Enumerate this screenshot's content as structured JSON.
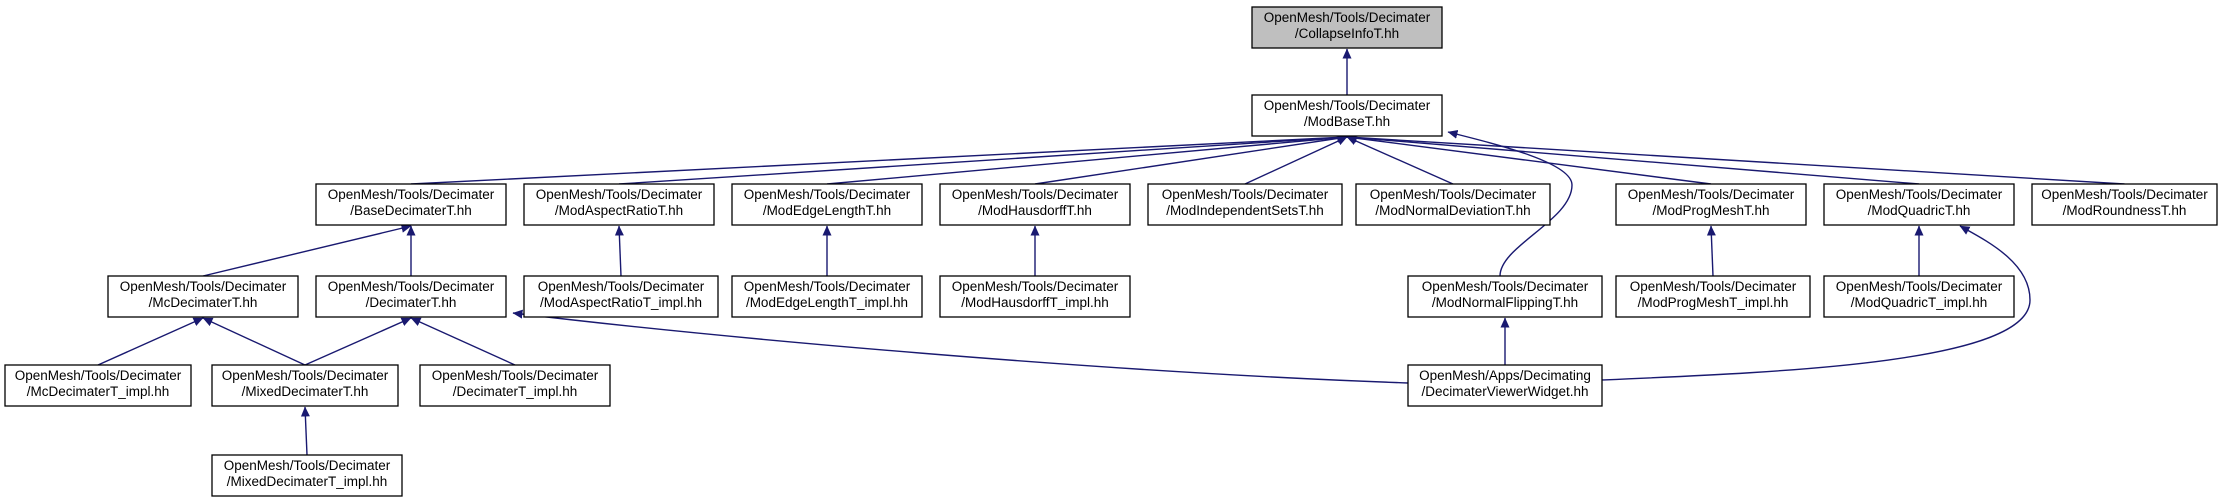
{
  "graph": {
    "colors": {
      "edge": "#191970",
      "node_fill": "#ffffff",
      "root_fill": "#bfbfbf",
      "node_border": "#000000",
      "text": "#000000"
    },
    "nodes": [
      {
        "id": "collapse_info",
        "name": "node-collapseinfot-hh",
        "lines": [
          "OpenMesh/Tools/Decimater",
          "/CollapseInfoT.hh"
        ],
        "root": true
      },
      {
        "id": "mod_base",
        "name": "node-modbaset-hh",
        "lines": [
          "OpenMesh/Tools/Decimater",
          "/ModBaseT.hh"
        ]
      },
      {
        "id": "base_decimater",
        "name": "node-basedecimatert-hh",
        "lines": [
          "OpenMesh/Tools/Decimater",
          "/BaseDecimaterT.hh"
        ]
      },
      {
        "id": "mod_aspect",
        "name": "node-modaspectratiot-hh",
        "lines": [
          "OpenMesh/Tools/Decimater",
          "/ModAspectRatioT.hh"
        ]
      },
      {
        "id": "mod_edge",
        "name": "node-modedgelengtht-hh",
        "lines": [
          "OpenMesh/Tools/Decimater",
          "/ModEdgeLengthT.hh"
        ]
      },
      {
        "id": "mod_haus",
        "name": "node-modhausdorfft-hh",
        "lines": [
          "OpenMesh/Tools/Decimater",
          "/ModHausdorffT.hh"
        ]
      },
      {
        "id": "mod_indep",
        "name": "node-modindependentsetst-hh",
        "lines": [
          "OpenMesh/Tools/Decimater",
          "/ModIndependentSetsT.hh"
        ]
      },
      {
        "id": "mod_normdev",
        "name": "node-modnormaldeviationt-hh",
        "lines": [
          "OpenMesh/Tools/Decimater",
          "/ModNormalDeviationT.hh"
        ]
      },
      {
        "id": "mod_prog",
        "name": "node-modprogmesht-hh",
        "lines": [
          "OpenMesh/Tools/Decimater",
          "/ModProgMeshT.hh"
        ]
      },
      {
        "id": "mod_quadric",
        "name": "node-modquadrict-hh",
        "lines": [
          "OpenMesh/Tools/Decimater",
          "/ModQuadricT.hh"
        ]
      },
      {
        "id": "mod_round",
        "name": "node-modroundnesst-hh",
        "lines": [
          "OpenMesh/Tools/Decimater",
          "/ModRoundnessT.hh"
        ]
      },
      {
        "id": "mc_decimater",
        "name": "node-mcdecimatert-hh",
        "lines": [
          "OpenMesh/Tools/Decimater",
          "/McDecimaterT.hh"
        ]
      },
      {
        "id": "decimater",
        "name": "node-decimatert-hh",
        "lines": [
          "OpenMesh/Tools/Decimater",
          "/DecimaterT.hh"
        ]
      },
      {
        "id": "mod_aspect_impl",
        "name": "node-modaspectratiot-impl-hh",
        "lines": [
          "OpenMesh/Tools/Decimater",
          "/ModAspectRatioT_impl.hh"
        ]
      },
      {
        "id": "mod_edge_impl",
        "name": "node-modedgelengtht-impl-hh",
        "lines": [
          "OpenMesh/Tools/Decimater",
          "/ModEdgeLengthT_impl.hh"
        ]
      },
      {
        "id": "mod_haus_impl",
        "name": "node-modhausdorfft-impl-hh",
        "lines": [
          "OpenMesh/Tools/Decimater",
          "/ModHausdorffT_impl.hh"
        ]
      },
      {
        "id": "mod_normflip",
        "name": "node-modnormalflippingt-hh",
        "lines": [
          "OpenMesh/Tools/Decimater",
          "/ModNormalFlippingT.hh"
        ]
      },
      {
        "id": "mod_prog_impl",
        "name": "node-modprogmesht-impl-hh",
        "lines": [
          "OpenMesh/Tools/Decimater",
          "/ModProgMeshT_impl.hh"
        ]
      },
      {
        "id": "mod_quadric_impl",
        "name": "node-modquadrict-impl-hh",
        "lines": [
          "OpenMesh/Tools/Decimater",
          "/ModQuadricT_impl.hh"
        ]
      },
      {
        "id": "mc_decimater_impl",
        "name": "node-mcdecimatert-impl-hh",
        "lines": [
          "OpenMesh/Tools/Decimater",
          "/McDecimaterT_impl.hh"
        ]
      },
      {
        "id": "mixed_decimater",
        "name": "node-mixeddecimatert-hh",
        "lines": [
          "OpenMesh/Tools/Decimater",
          "/MixedDecimaterT.hh"
        ]
      },
      {
        "id": "decimater_impl",
        "name": "node-decimatert-impl-hh",
        "lines": [
          "OpenMesh/Tools/Decimater",
          "/DecimaterT_impl.hh"
        ]
      },
      {
        "id": "viewer_widget",
        "name": "node-decimaterviewerwidget-hh",
        "lines": [
          "OpenMesh/Apps/Decimating",
          "/DecimaterViewerWidget.hh"
        ]
      },
      {
        "id": "mixed_decimater_impl",
        "name": "node-mixeddecimatert-impl-hh",
        "lines": [
          "OpenMesh/Tools/Decimater",
          "/MixedDecimaterT_impl.hh"
        ]
      }
    ],
    "edges": [
      {
        "from": "mod_base",
        "to": "collapse_info"
      },
      {
        "from": "base_decimater",
        "to": "mod_base"
      },
      {
        "from": "mod_aspect",
        "to": "mod_base"
      },
      {
        "from": "mod_edge",
        "to": "mod_base"
      },
      {
        "from": "mod_haus",
        "to": "mod_base"
      },
      {
        "from": "mod_indep",
        "to": "mod_base"
      },
      {
        "from": "mod_normdev",
        "to": "mod_base"
      },
      {
        "from": "mod_normflip",
        "to": "mod_base"
      },
      {
        "from": "mod_prog",
        "to": "mod_base"
      },
      {
        "from": "mod_quadric",
        "to": "mod_base"
      },
      {
        "from": "mod_round",
        "to": "mod_base"
      },
      {
        "from": "mc_decimater",
        "to": "base_decimater"
      },
      {
        "from": "decimater",
        "to": "base_decimater"
      },
      {
        "from": "mod_aspect_impl",
        "to": "mod_aspect"
      },
      {
        "from": "mod_edge_impl",
        "to": "mod_edge"
      },
      {
        "from": "mod_haus_impl",
        "to": "mod_haus"
      },
      {
        "from": "mod_prog_impl",
        "to": "mod_prog"
      },
      {
        "from": "mod_quadric_impl",
        "to": "mod_quadric"
      },
      {
        "from": "mc_decimater_impl",
        "to": "mc_decimater"
      },
      {
        "from": "mixed_decimater",
        "to": "mc_decimater"
      },
      {
        "from": "mixed_decimater",
        "to": "decimater"
      },
      {
        "from": "decimater_impl",
        "to": "decimater"
      },
      {
        "from": "viewer_widget",
        "to": "decimater"
      },
      {
        "from": "viewer_widget",
        "to": "mod_normflip"
      },
      {
        "from": "viewer_widget",
        "to": "mod_quadric"
      },
      {
        "from": "mixed_decimater_impl",
        "to": "mixed_decimater"
      }
    ]
  }
}
